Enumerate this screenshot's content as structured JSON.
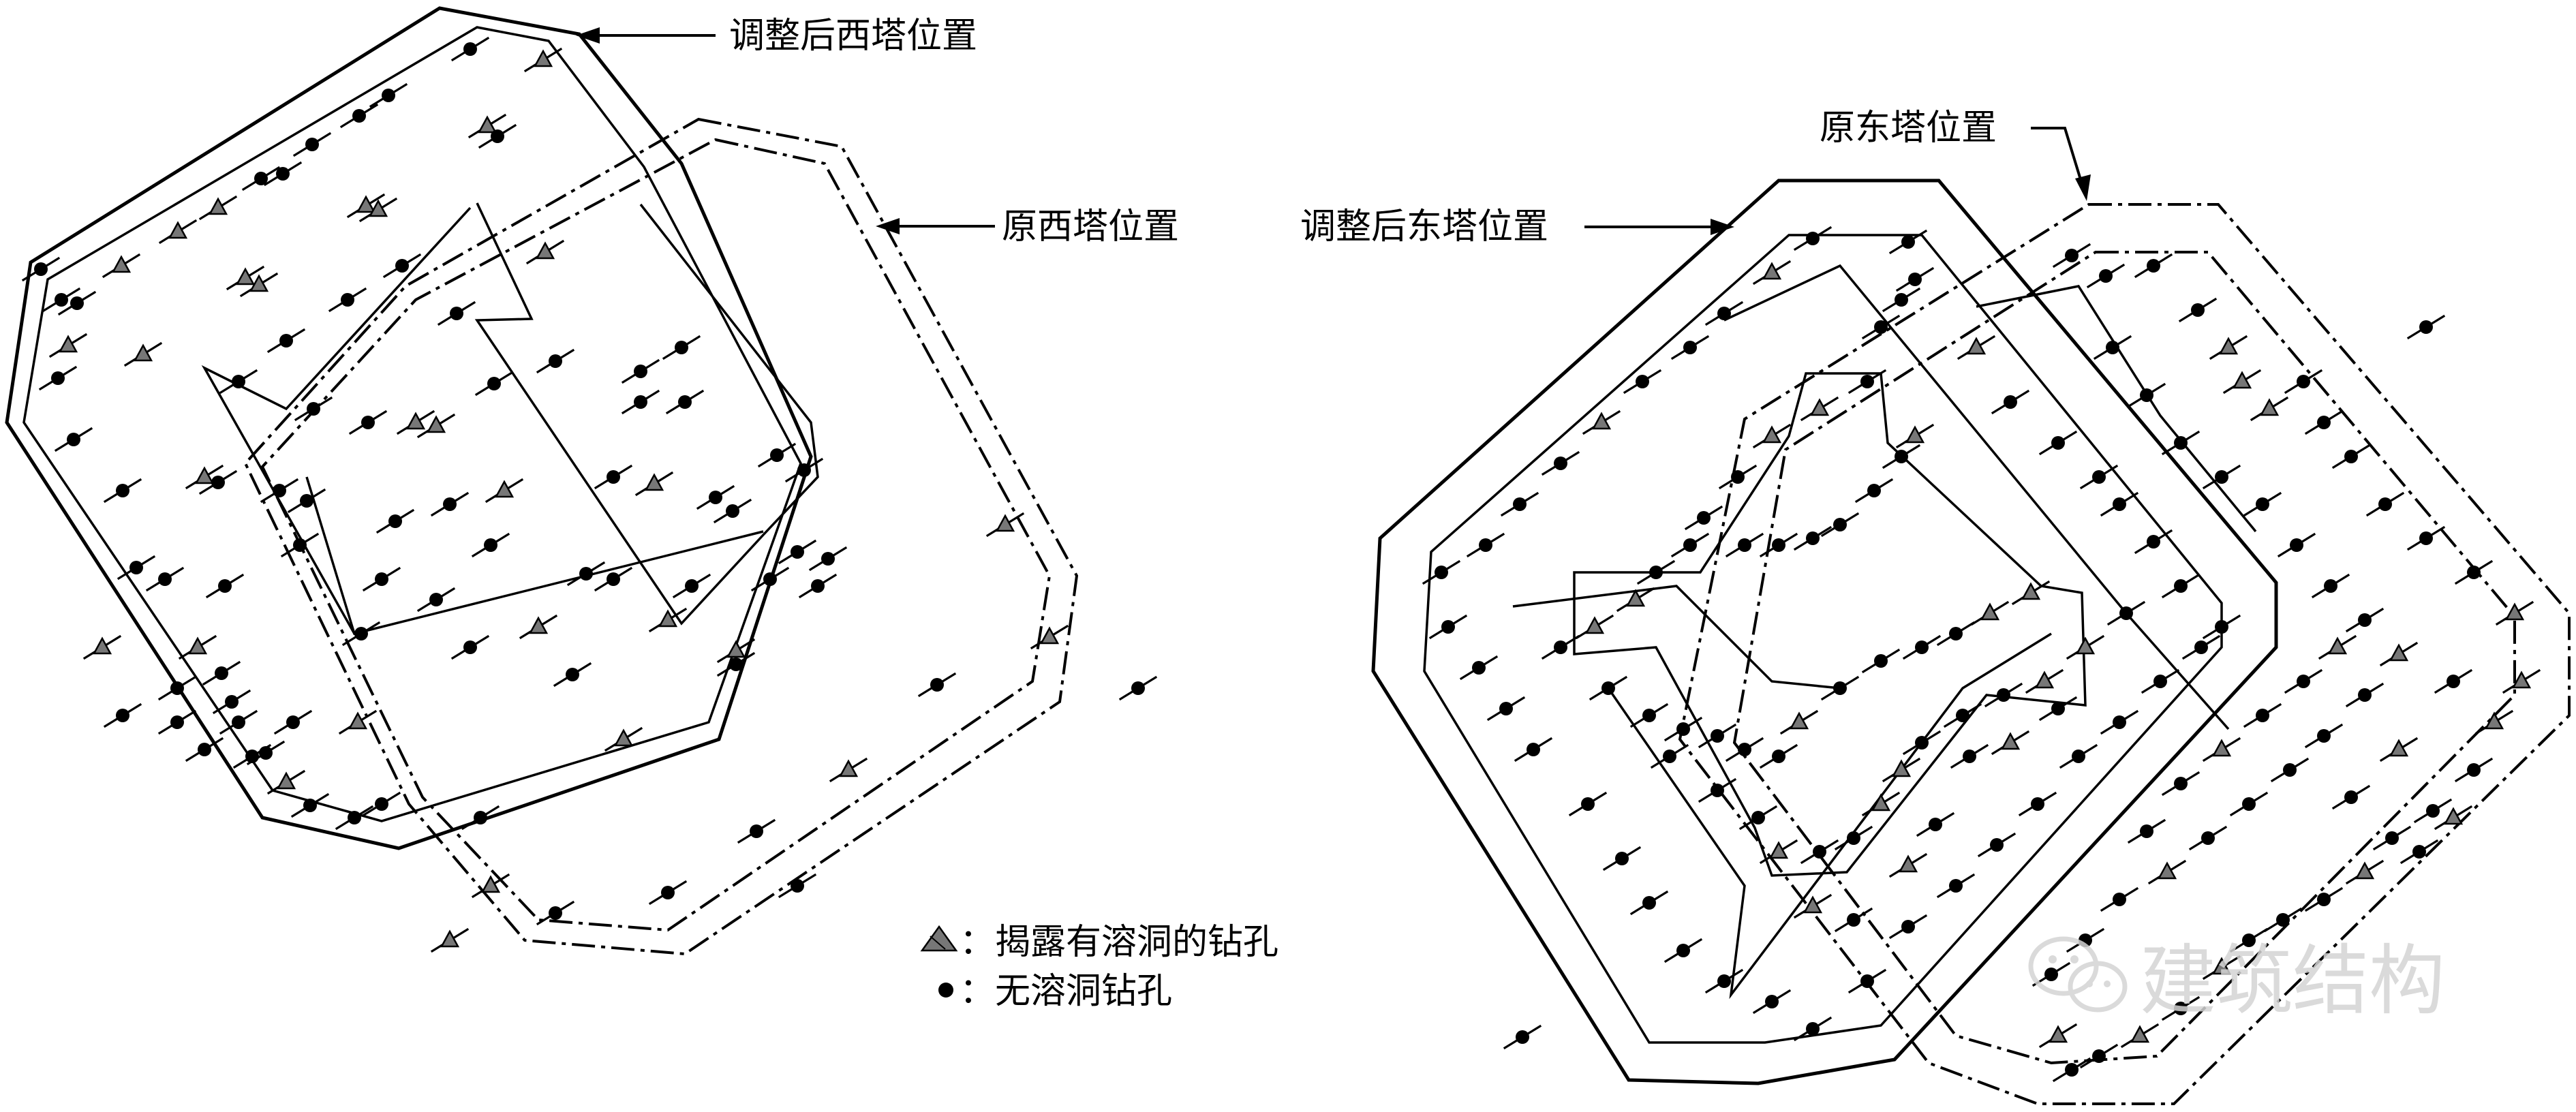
{
  "labels": {
    "adjusted_west": "调整后西塔位置",
    "original_west": "原西塔位置",
    "original_east": "原东塔位置",
    "adjusted_east": "调整后东塔位置"
  },
  "legend": {
    "cave_hole": "：揭露有溶洞的钻孔",
    "no_cave_hole": "：无溶洞钻孔"
  },
  "watermark": "建筑结构"
}
